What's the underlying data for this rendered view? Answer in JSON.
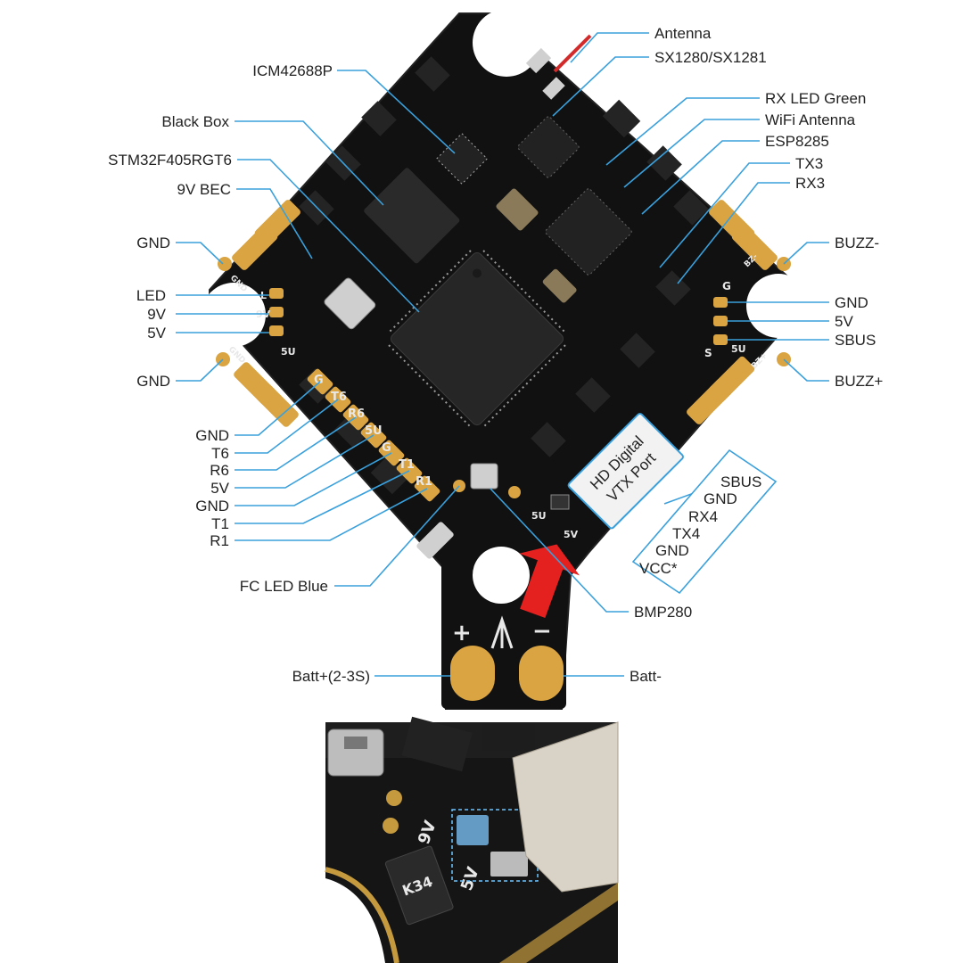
{
  "left_labels": {
    "icm": "ICM42688P",
    "black_box": "Black Box",
    "stm": "STM32F405RGT6",
    "bec": "9V BEC",
    "gnd1": "GND",
    "led": "LED",
    "v9": "9V",
    "v5": "5V",
    "gnd2": "GND",
    "gnd3": "GND",
    "t6": "T6",
    "r6": "R6",
    "v5b": "5V",
    "gnd4": "GND",
    "t1": "T1",
    "r1": "R1",
    "fc_led": "FC LED Blue",
    "batt_plus": "Batt+(2-3S)"
  },
  "right_labels": {
    "antenna": "Antenna",
    "sx": "SX1280/SX1281",
    "rx_led": "RX LED Green",
    "wifi": "WiFi Antenna",
    "esp": "ESP8285",
    "tx3": "TX3",
    "rx3": "RX3",
    "buzz_minus": "BUZZ-",
    "gnd": "GND",
    "v5": "5V",
    "sbus": "SBUS",
    "buzz_plus": "BUZZ+",
    "bmp": "BMP280",
    "batt_minus": "Batt-"
  },
  "vtx": {
    "port_line1": "HD Digital",
    "port_line2": "VTX Port",
    "pins": [
      "SBUS",
      "GND",
      "RX4",
      "TX4",
      "GND",
      "VCC*"
    ]
  },
  "silkscreen": {
    "plus": "+",
    "minus": "−",
    "bottom_pads": [
      "G",
      "T6",
      "R6",
      "5U",
      "G",
      "T1",
      "R1"
    ],
    "left_pads": [
      "L",
      "9V",
      "5U"
    ],
    "gnd_left_top": "GND",
    "gnd_left_bottom": "GND",
    "right_pads": [
      "G",
      "5U",
      "S"
    ],
    "bz_minus": "BZ-",
    "bz_plus": "BZ+",
    "fc_5u": "5U",
    "fc_5v": "5V"
  },
  "photo": {
    "chip_mark": "K34",
    "silk_9v": "9V",
    "silk_5v": "5V"
  },
  "colors": {
    "pcb": "#111111",
    "pad": "#d9a441",
    "leader": "#3aa0dc",
    "arrow": "#e5211f",
    "highlight": "#6fc3ff"
  }
}
